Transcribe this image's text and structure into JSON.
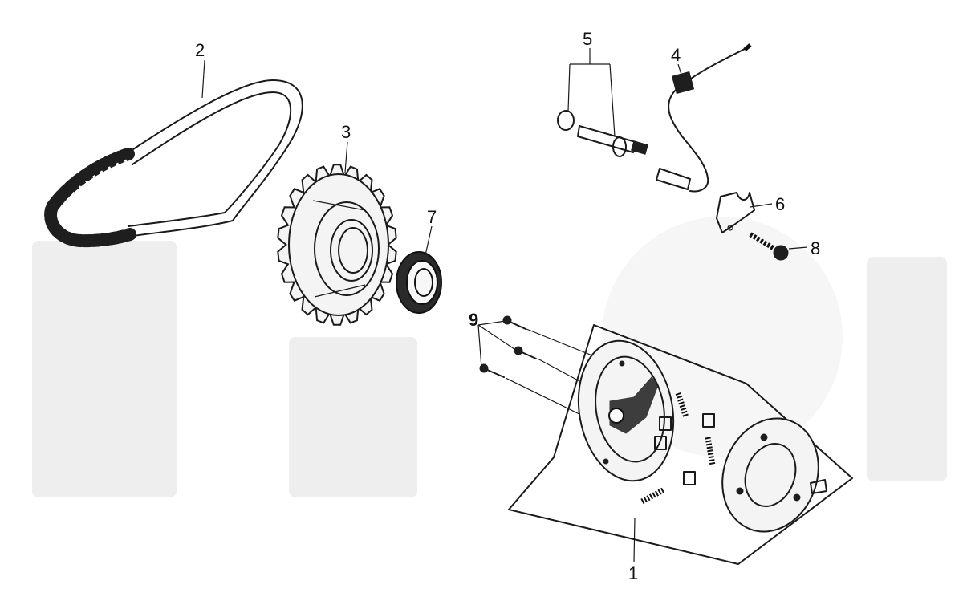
{
  "diagram": {
    "callouts": [
      {
        "key": "c1",
        "text": "1"
      },
      {
        "key": "c2",
        "text": "2"
      },
      {
        "key": "c3",
        "text": "3"
      },
      {
        "key": "c4",
        "text": "4"
      },
      {
        "key": "c5",
        "text": "5"
      },
      {
        "key": "c6",
        "text": "6"
      },
      {
        "key": "c7",
        "text": "7"
      },
      {
        "key": "c8",
        "text": "8"
      },
      {
        "key": "c9",
        "text": "9"
      }
    ]
  },
  "colors": {
    "ink": "#1a1a1a",
    "background": "#ffffff",
    "watermark": "#eeeeee"
  }
}
